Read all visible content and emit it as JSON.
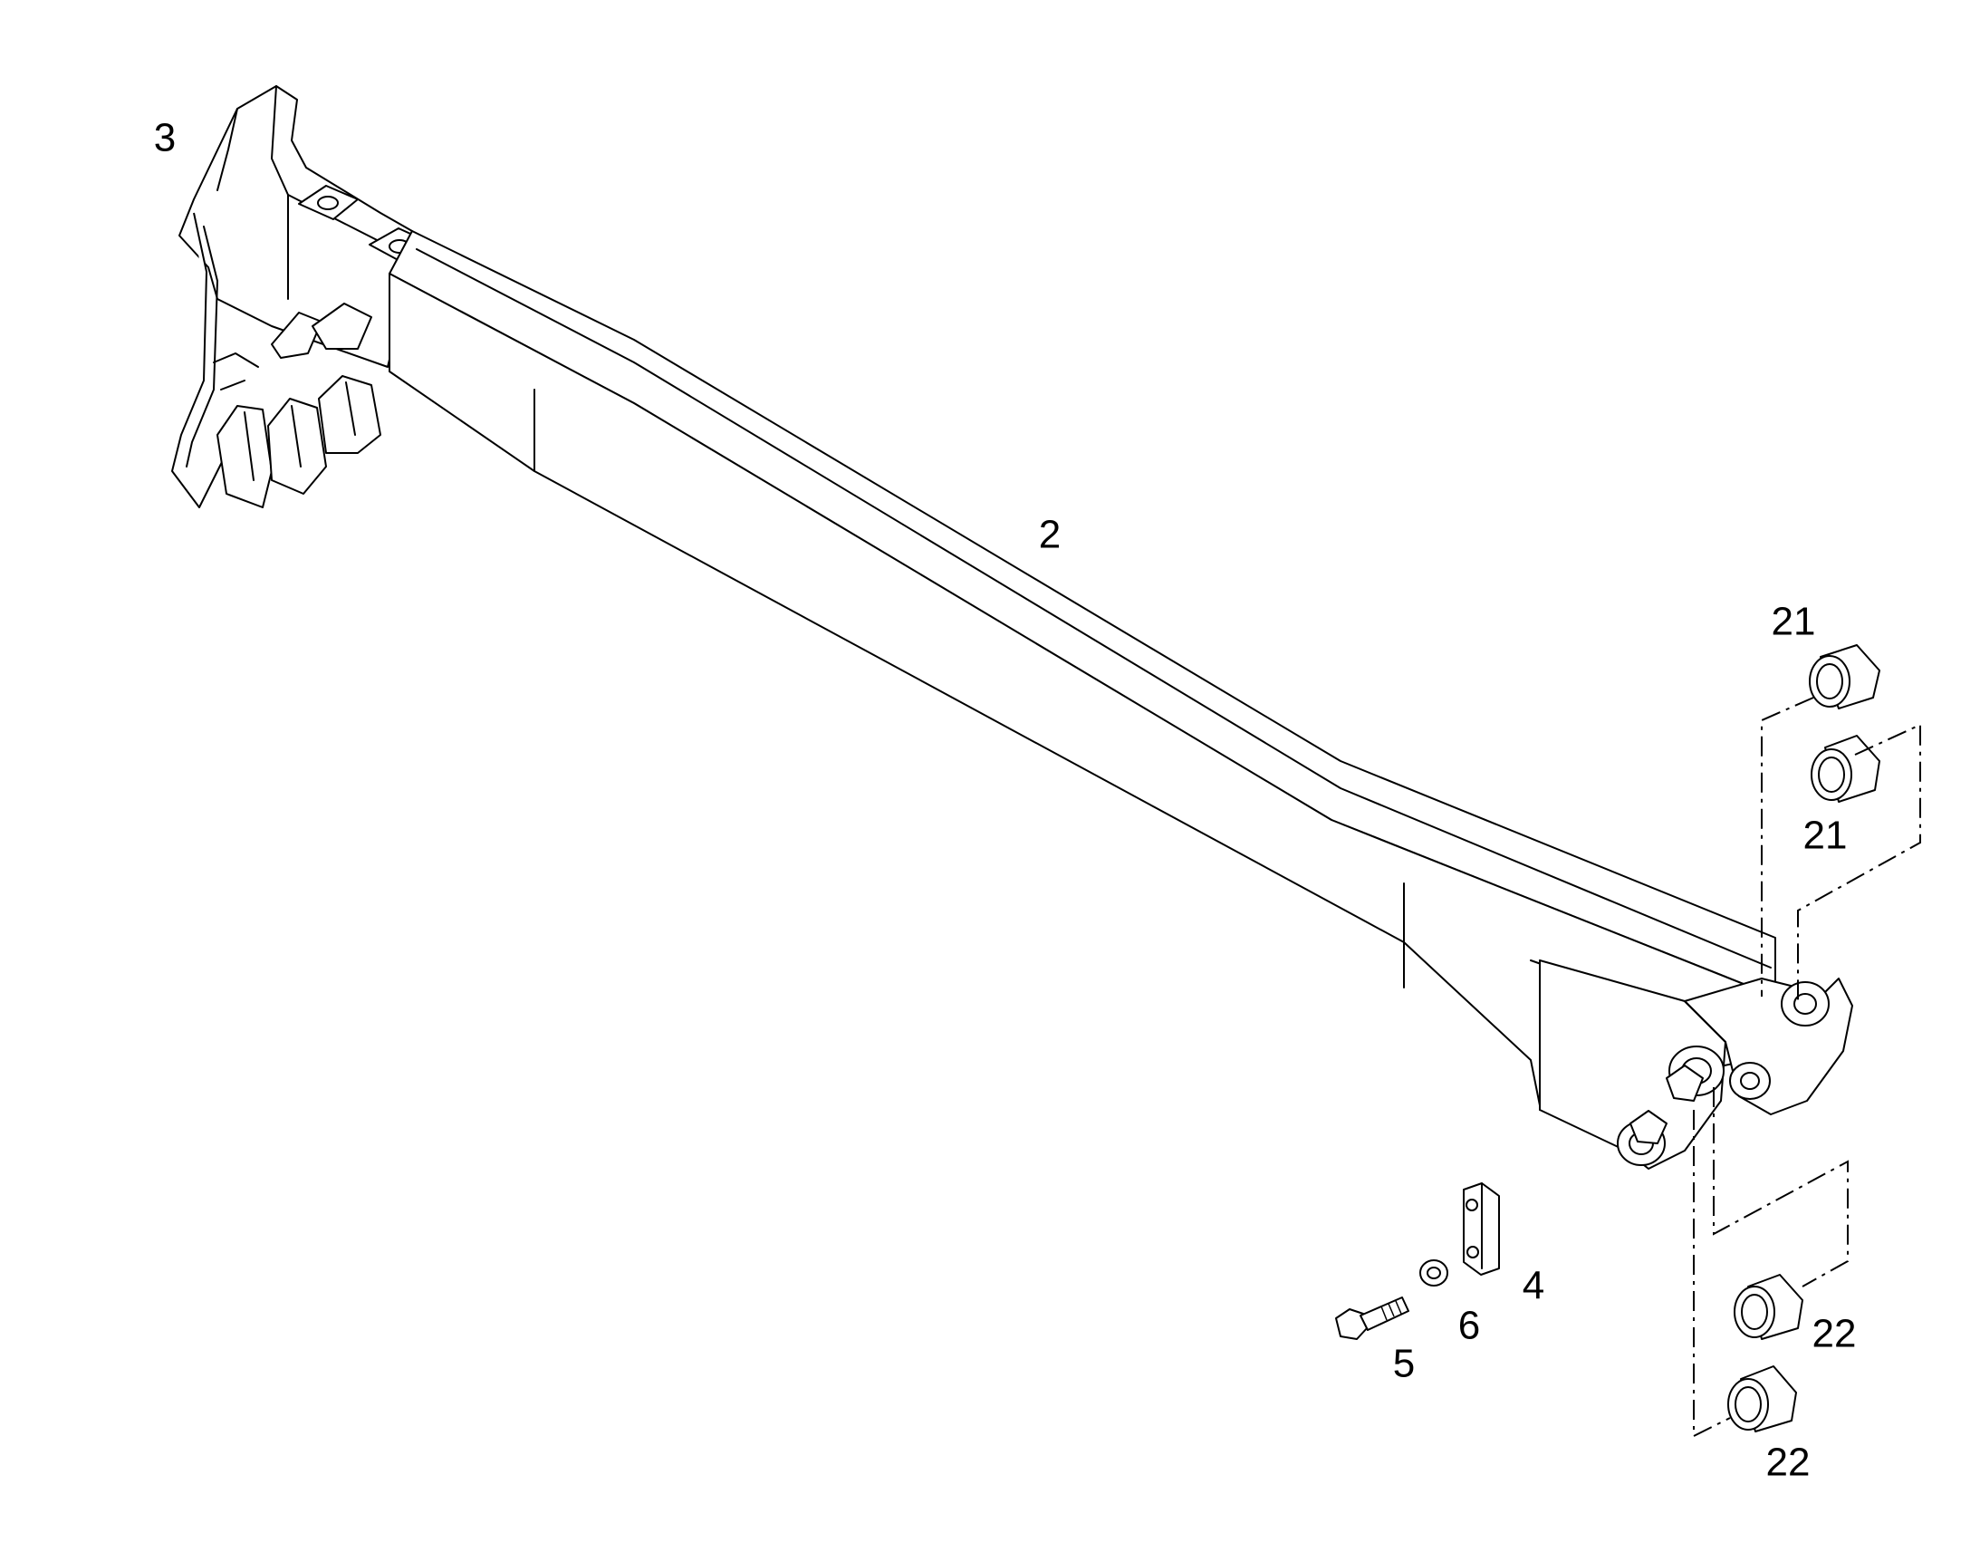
{
  "callouts": {
    "boom": "2",
    "bucket": "3",
    "plate": "4",
    "bolt": "5",
    "washer": "6",
    "bushing_upper_a": "21",
    "bushing_upper_b": "21",
    "bushing_lower_a": "22",
    "bushing_lower_b": "22"
  }
}
